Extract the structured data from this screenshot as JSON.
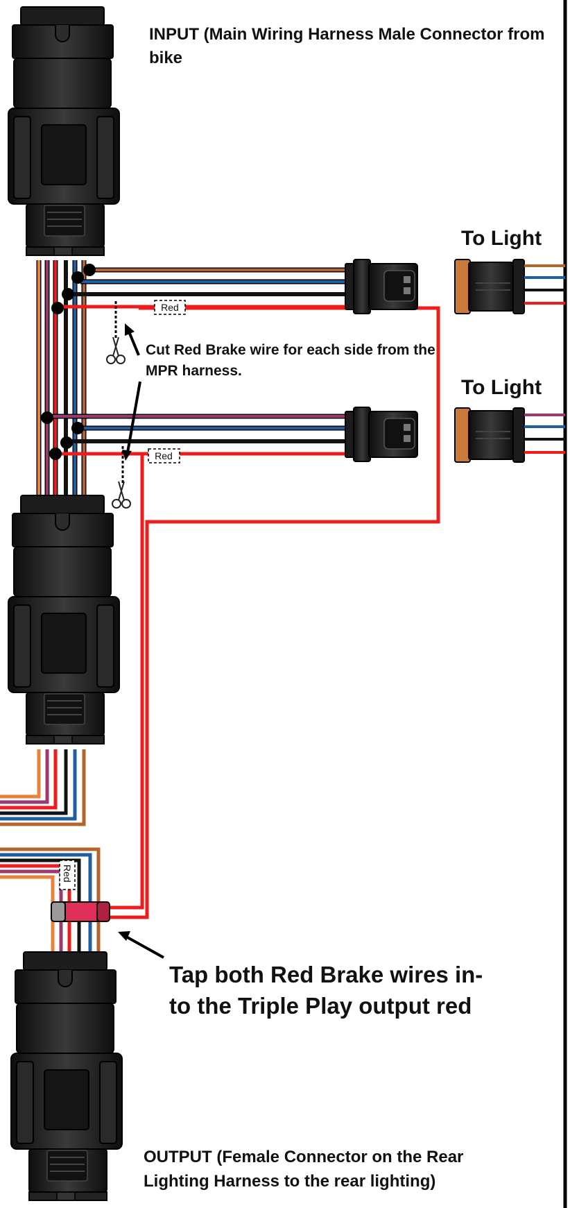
{
  "labels": {
    "input": "INPUT (Main Wiring Harness Male Connector from bike",
    "to_light_top": "To Light",
    "to_light_bottom": "To Light",
    "cut_note": "Cut Red Brake wire for each side from the MPR harness.",
    "tap_note": "Tap both Red Brake wires in-to the Triple Play output red",
    "output": "OUTPUT (Female Connector on the Rear Lighting Harness to the rear lighting)"
  },
  "wire_tags": {
    "top": "Red",
    "middle": "Red",
    "bottom": "Red"
  },
  "colors": {
    "orange_wire": "#e8823a",
    "brown_wire": "#b5652b",
    "purple_wire": "#9b3a6e",
    "blue_wire": "#1d5fa0",
    "black_wire": "#111111",
    "red_wire": "#ee1c1c",
    "connector": "#1a1a1a",
    "tap_splice": "#e0305a",
    "light_connector_orange": "#c97a3a"
  },
  "icons": [
    "scissors-icon",
    "scissors-icon",
    "arrow-icon"
  ]
}
